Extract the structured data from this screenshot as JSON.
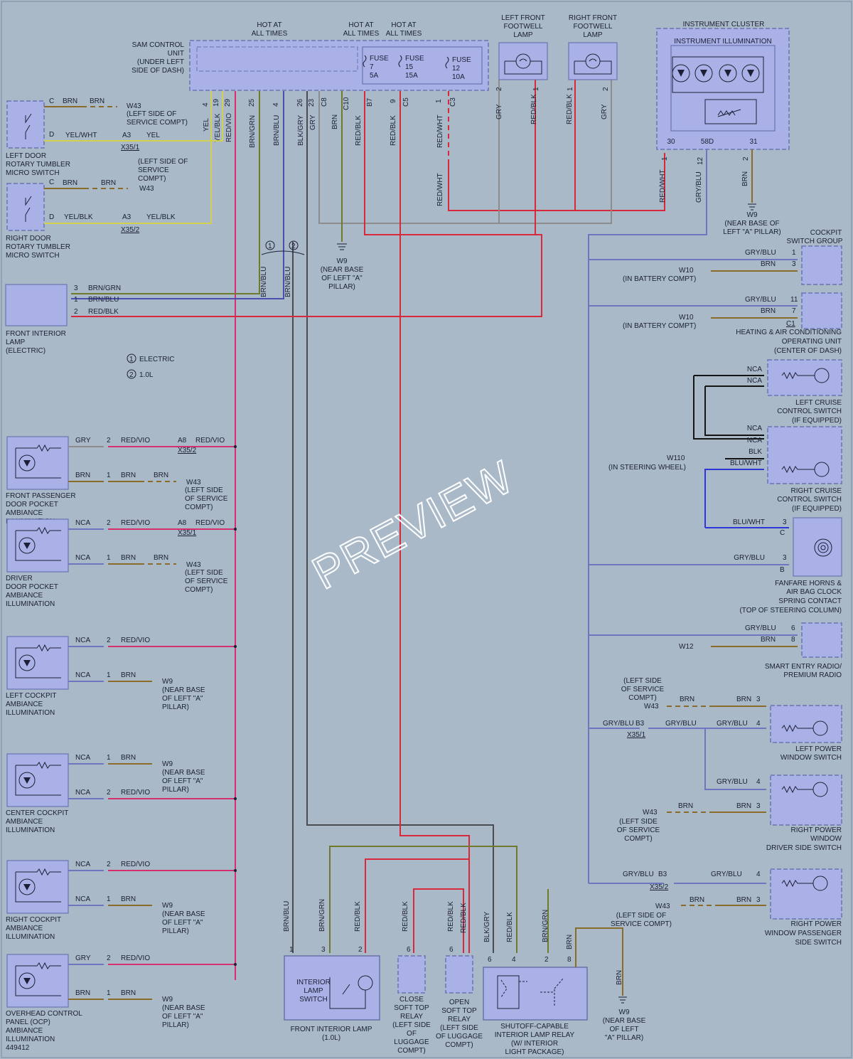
{
  "watermark": "PREVIEW",
  "hot": [
    "HOT AT",
    "ALL TIMES"
  ],
  "sam": [
    "SAM CONTROL",
    "UNIT",
    "(UNDER LEFT",
    "SIDE OF DASH)"
  ],
  "fuses": [
    [
      "FUSE",
      "7",
      "5A"
    ],
    [
      "FUSE",
      "15",
      "15A"
    ],
    [
      "FUSE",
      "12",
      "10A"
    ]
  ],
  "sam_pins": [
    "4",
    "19",
    "29",
    "25",
    "4",
    "26",
    "23",
    "C8",
    "C10",
    "B7",
    "9",
    "C5",
    "1",
    "C3"
  ],
  "sam_wires": [
    "YEL",
    "YEL/BLK",
    "RED/VIO",
    "BRN/GRN",
    "BRN/BLU",
    "BLK/GRY",
    "GRY",
    "BRN",
    "RED/BLK",
    "RED/BLK",
    "RED/WHT",
    "RED/WHT"
  ],
  "lf_lamp": [
    "LEFT FRONT",
    "FOOTWELL",
    "LAMP"
  ],
  "rf_lamp": [
    "RIGHT FRONT",
    "FOOTWELL",
    "LAMP"
  ],
  "lamp_pins": [
    "2",
    "1",
    "1",
    "2"
  ],
  "lamp_wires": [
    "GRY",
    "RED/BLK",
    "RED/BLK",
    "GRY"
  ],
  "cluster": {
    "title": "INSTRUMENT CLUSTER",
    "sub": "INSTRUMENT ILLUMINATION",
    "pins": [
      "30",
      "58D",
      "31"
    ],
    "pin_nums": [
      "1",
      "12",
      "2"
    ],
    "wires": [
      "RED/WHT",
      "GRY/BLU",
      "BRN"
    ]
  },
  "w9_pillar": [
    "W9",
    "(NEAR BASE OF",
    "LEFT \"A\" PILLAR)"
  ],
  "w9_mid": [
    "W9",
    "(NEAR BASE",
    "OF LEFT \"A\"",
    "PILLAR)"
  ],
  "left_door": {
    "label": [
      "LEFT DOOR",
      "ROTARY TUMBLER",
      "MICRO SWITCH"
    ],
    "c": "C",
    "d": "D",
    "w1": "BRN",
    "w2": "BRN",
    "g": "W43",
    "gl": [
      "(LEFT SIDE OF",
      "SERVICE COMPT)"
    ],
    "w3": "YEL/WHT",
    "a3": "A3",
    "w4": "YEL",
    "conn": "X35/1"
  },
  "right_door": {
    "label": [
      "RIGHT DOOR",
      "ROTARY TUMBLER",
      "MICRO SWITCH"
    ],
    "note": [
      "(LEFT SIDE OF",
      "SERVICE",
      "COMPT)"
    ],
    "c": "C",
    "d": "D",
    "w1": "BRN",
    "w2": "BRN",
    "g": "W43",
    "w3": "YEL/BLK",
    "a3": "A3",
    "w4": "YEL/BLK",
    "conn": "X35/2"
  },
  "fil": {
    "label": [
      "FRONT INTERIOR",
      "LAMP",
      "(ELECTRIC)"
    ],
    "pins": [
      "3",
      "1",
      "2"
    ],
    "wires": [
      "BRN/GRN",
      "BRN/BLU",
      "RED/BLK"
    ]
  },
  "legend": [
    [
      "1",
      "ELECTRIC"
    ],
    [
      "2",
      "1.0L"
    ]
  ],
  "legend_circ": [
    "1",
    "2"
  ],
  "vert_labels": [
    "BRN/BLU",
    "BRN/BLU"
  ],
  "left_modules": [
    {
      "label": [
        "FRONT PASSENGER",
        "DOOR POCKET",
        "AMBIANCE",
        "ILLUMINATION"
      ],
      "r1": [
        "GRY",
        "2",
        "RED/VIO"
      ],
      "a8": [
        "A8",
        "RED/VIO",
        "X35/2"
      ],
      "r2": [
        "BRN",
        "1",
        "BRN"
      ],
      "g": [
        "BRN",
        "W43"
      ],
      "gl": [
        "(LEFT SIDE",
        "OF SERVICE",
        "COMPT)"
      ]
    },
    {
      "label": [
        "DRIVER",
        "DOOR POCKET",
        "AMBIANCE",
        "ILLUMINATION"
      ],
      "r1": [
        "NCA",
        "2",
        "RED/VIO"
      ],
      "a8": [
        "A8",
        "RED/VIO",
        "X35/1"
      ],
      "r2": [
        "NCA",
        "1",
        "BRN"
      ],
      "g": [
        "BRN",
        "W43"
      ],
      "gl": [
        "(LEFT SIDE",
        "OF SERVICE",
        "COMPT)"
      ]
    },
    {
      "label": [
        "LEFT COCKPIT",
        "AMBIANCE",
        "ILLUMINATION"
      ],
      "r1": [
        "NCA",
        "2",
        "RED/VIO"
      ],
      "r2": [
        "NCA",
        "1",
        "BRN"
      ],
      "g": [
        "",
        "W9"
      ],
      "gl": [
        "(NEAR BASE",
        "OF LEFT \"A\"",
        "PILLAR)"
      ]
    },
    {
      "label": [
        "CENTER COCKPIT",
        "AMBIANCE",
        "ILLUMINATION"
      ],
      "r1": [
        "NCA",
        "1",
        "BRN"
      ],
      "r2": [
        "NCA",
        "2",
        "RED/VIO"
      ],
      "g": [
        "",
        "W9"
      ],
      "gl": [
        "(NEAR BASE",
        "OF LEFT \"A\"",
        "PILLAR)"
      ]
    },
    {
      "label": [
        "RIGHT COCKPIT",
        "AMBIANCE",
        "ILLUMINATION"
      ],
      "r1": [
        "NCA",
        "2",
        "RED/VIO"
      ],
      "r2": [
        "NCA",
        "1",
        "BRN"
      ],
      "g": [
        "",
        "W9"
      ],
      "gl": [
        "(NEAR BASE",
        "OF LEFT \"A\"",
        "PILLAR)"
      ]
    },
    {
      "label": [
        "OVERHEAD CONTROL",
        "PANEL (OCP)",
        "AMBIANCE",
        "ILLUMINATION",
        "449412"
      ],
      "r1": [
        "GRY",
        "2",
        "RED/VIO"
      ],
      "r2": [
        "BRN",
        "1",
        "BRN"
      ],
      "g": [
        "",
        "W9"
      ],
      "gl": [
        "(NEAR BASE",
        "OF LEFT \"A\"",
        "PILLAR)"
      ]
    }
  ],
  "cockpit": {
    "title": [
      "COCKPIT",
      "SWITCH GROUP"
    ],
    "w1": "GRY/BLU",
    "p1": "1",
    "w2": "BRN",
    "p2": "3",
    "g": "W10",
    "gl": "(IN BATTERY COMPT)"
  },
  "hvac": {
    "title": [
      "HEATING & AIR CONDITIONING",
      "OPERATING UNIT",
      "(CENTER OF DASH)"
    ],
    "w1": "GRY/BLU",
    "p1": "11",
    "w2": "BRN",
    "p2": "7",
    "c1": "C1",
    "g": "W10",
    "gl": "(IN BATTERY COMPT)"
  },
  "cruise": {
    "l1": "NCA",
    "l2": "NCA",
    "l3": "NCA",
    "l4": "NCA",
    "l5": "BLK",
    "l6": "BLU/WHT",
    "left": [
      "LEFT CRUISE",
      "CONTROL SWITCH",
      "(IF EQUIPPED)"
    ],
    "right": [
      "RIGHT CRUISE",
      "CONTROL SWITCH",
      "(IF EQUIPPED)"
    ],
    "g": "W110",
    "gl": "(IN STEERING WHEEL)"
  },
  "horn": {
    "w1": "BLU/WHT",
    "p1": "3",
    "c": "C",
    "w2": "GRY/BLU",
    "p2": "3",
    "b": "B",
    "label": [
      "FANFARE HORNS &",
      "AIR BAG CLOCK",
      "SPRING CONTACT",
      "(TOP OF STEERING COLUMN)"
    ]
  },
  "radio": {
    "w1": "GRY/BLU",
    "p1": "6",
    "w2": "BRN",
    "p2": "8",
    "g": "W12",
    "label": [
      "SMART ENTRY RADIO/",
      "PREMIUM RADIO"
    ]
  },
  "lpw": {
    "note": [
      "(LEFT SIDE",
      "OF SERVICE",
      "COMPT)"
    ],
    "g": "W43",
    "w1": "BRN",
    "w2": "BRN",
    "p1": "3",
    "w3": "GRY/BLU",
    "b3": "B3",
    "w4": "GRY/BLU",
    "w5": "GRY/BLU",
    "p2": "4",
    "conn": "X35/1",
    "label": [
      "LEFT POWER",
      "WINDOW SWITCH"
    ]
  },
  "rpw": {
    "w1": "GRY/BLU",
    "p1": "4",
    "g": "W43",
    "w2": "BRN",
    "w3": "BRN",
    "p2": "3",
    "note": [
      "(LEFT SIDE",
      "OF SERVICE",
      "COMPT)"
    ],
    "label": [
      "RIGHT POWER",
      "WINDOW",
      "DRIVER SIDE SWITCH"
    ]
  },
  "rpp": {
    "w1": "GRY/BLU",
    "b3": "B3",
    "conn": "X35/2",
    "w2": "GRY/BLU",
    "p1": "4",
    "g": "W43",
    "w3": "BRN",
    "w4": "BRN",
    "p2": "3",
    "note": [
      "(LEFT SIDE OF",
      "SERVICE COMPT)"
    ],
    "label": [
      "RIGHT POWER",
      "WINDOW PASSENGER",
      "SIDE SWITCH"
    ]
  },
  "fil2": {
    "inner": [
      "INTERIOR",
      "LAMP",
      "SWITCH"
    ],
    "label": [
      "FRONT INTERIOR LAMP",
      "(1.0L)"
    ],
    "pins": [
      "1",
      "3",
      "2"
    ],
    "wires": [
      "BRN/BLU",
      "BRN/GRN",
      "RED/BLK"
    ]
  },
  "close_relay": {
    "label": [
      "CLOSE",
      "SOFT TOP",
      "RELAY",
      "(LEFT SIDE",
      "OF",
      "LUGGAGE",
      "COMPT)"
    ],
    "pin": "6",
    "wire": "RED/BLK"
  },
  "open_relay": {
    "label": [
      "OPEN",
      "SOFT TOP",
      "RELAY",
      "(LEFT SIDE",
      "OF LUGGAGE",
      "COMPT)"
    ],
    "pin": "6",
    "wire": "RED/BLK",
    "wire2": "RED/BLK"
  },
  "shutoff": {
    "label": [
      "SHUTOFF-CAPABLE",
      "INTERIOR LAMP RELAY",
      "(W/ INTERIOR",
      "LIGHT PACKAGE)"
    ],
    "pins": [
      "6",
      "4",
      "2",
      "8"
    ],
    "wires": [
      "BLK/GRY",
      "RED/BLK",
      "BRN/GRN",
      "BRN"
    ]
  },
  "w9_bottom": {
    "wire": "BRN",
    "g": [
      "W9",
      "(NEAR BASE",
      "OF LEFT",
      "\"A\" PILLAR)"
    ]
  }
}
